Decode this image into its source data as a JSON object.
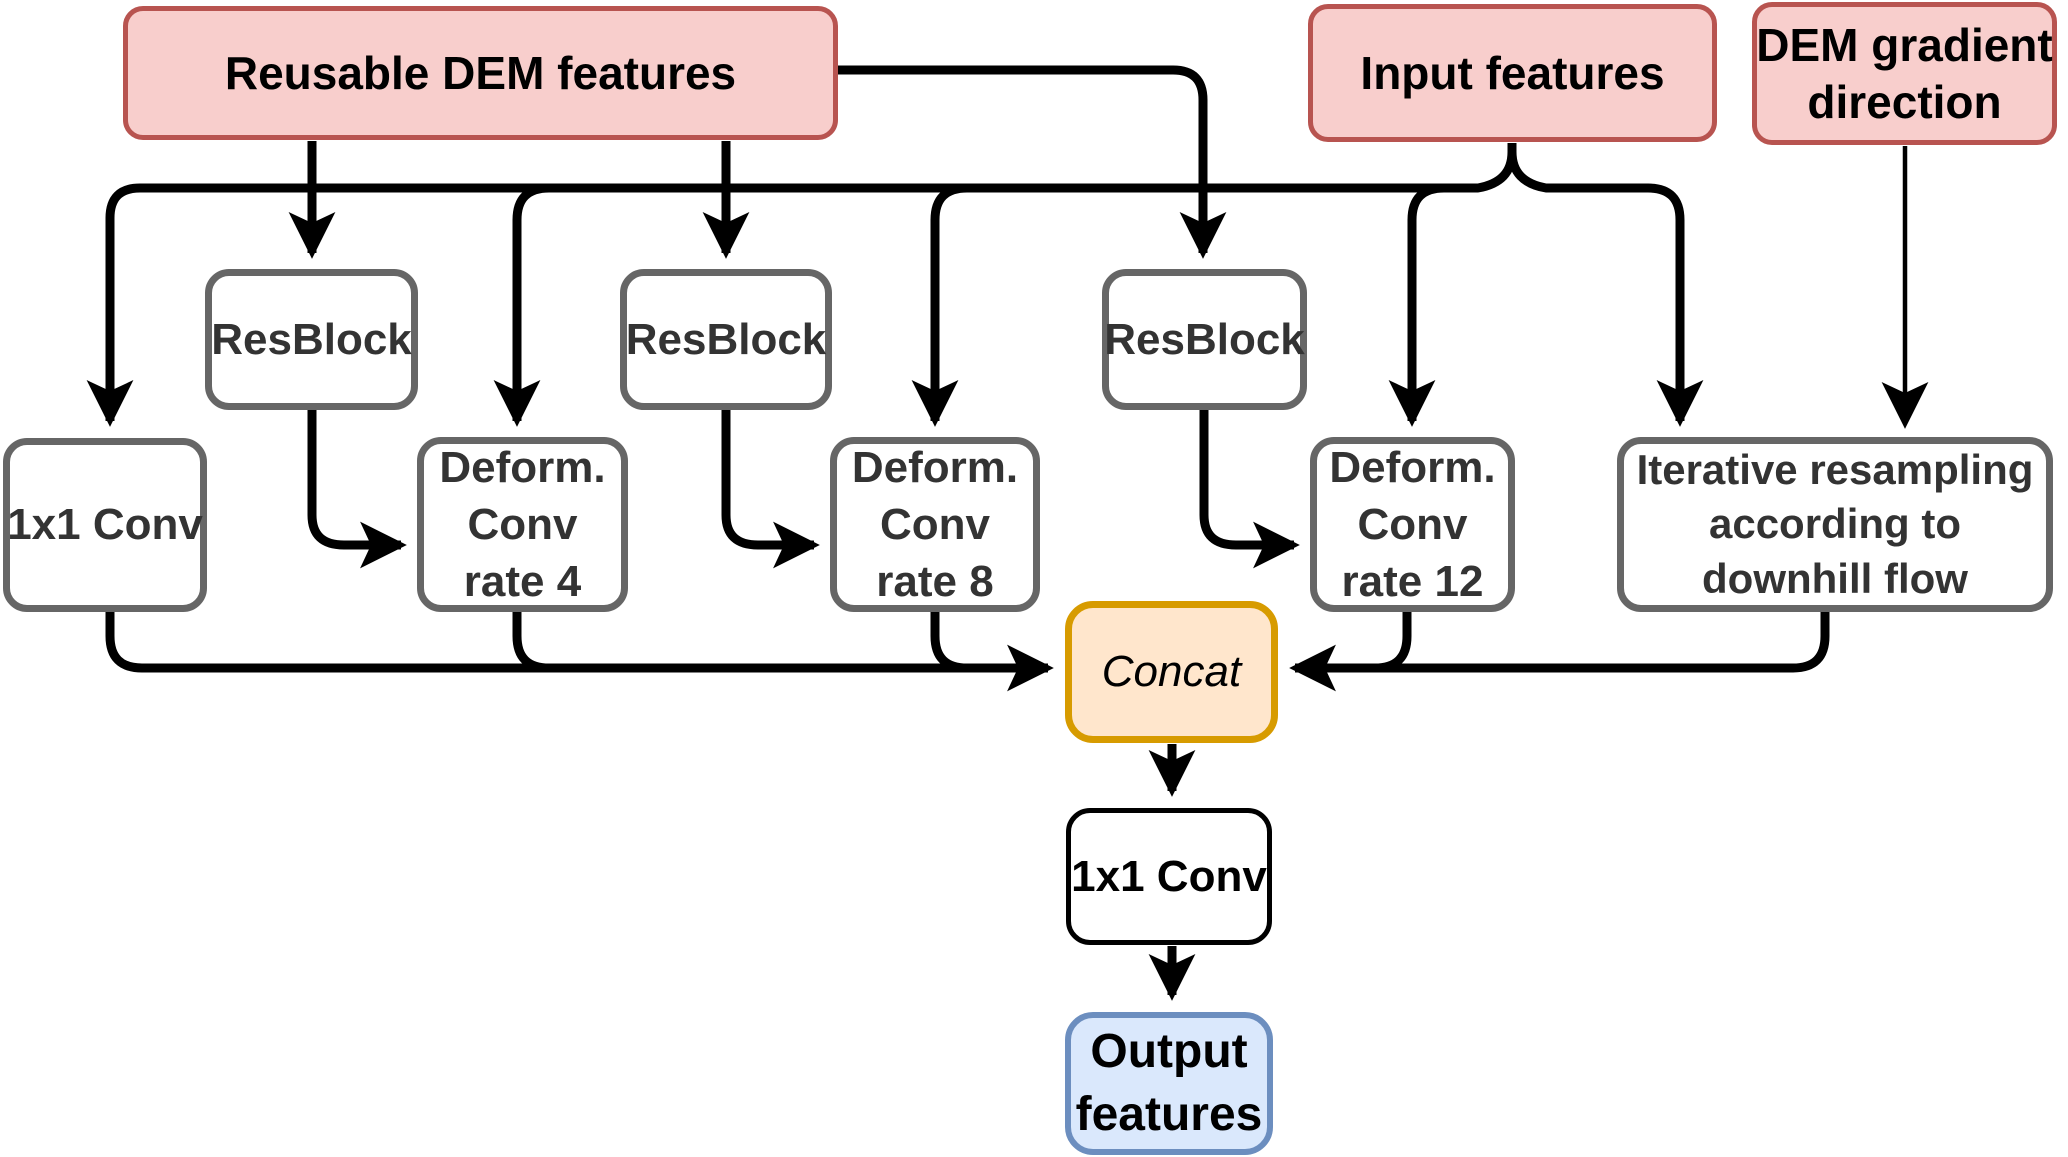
{
  "diagram": {
    "description": "Feature aggregation network block diagram",
    "colors": {
      "source_fill": "#f8cecc",
      "source_border": "#b85450",
      "operation_border": "#666666",
      "operation_text": "#333333",
      "concat_fill": "#ffe6cc",
      "concat_border": "#d79b00",
      "output_fill": "#dae8fc",
      "output_border": "#6c8ebf",
      "edge_color": "#000000"
    },
    "nodes": {
      "reusable_dem": {
        "label": "Reusable DEM features"
      },
      "input_features": {
        "label": "Input features"
      },
      "dem_gradient": {
        "lines": [
          "DEM gradient",
          "direction"
        ]
      },
      "resblock_1": {
        "label": "ResBlock"
      },
      "resblock_2": {
        "label": "ResBlock"
      },
      "resblock_3": {
        "label": "ResBlock"
      },
      "conv_1x1_left": {
        "label": "1x1 Conv"
      },
      "deform_conv_4": {
        "lines": [
          "Deform.",
          "Conv",
          "rate 4"
        ]
      },
      "deform_conv_8": {
        "lines": [
          "Deform.",
          "Conv",
          "rate 8"
        ]
      },
      "deform_conv_12": {
        "lines": [
          "Deform.",
          "Conv",
          "rate 12"
        ]
      },
      "iterative_resampling": {
        "lines": [
          "Iterative resampling",
          "according to",
          "downhill flow"
        ]
      },
      "concat": {
        "label": "Concat"
      },
      "conv_1x1_bottom": {
        "label": "1x1 Conv"
      },
      "output_features": {
        "lines": [
          "Output",
          "features"
        ]
      }
    }
  }
}
